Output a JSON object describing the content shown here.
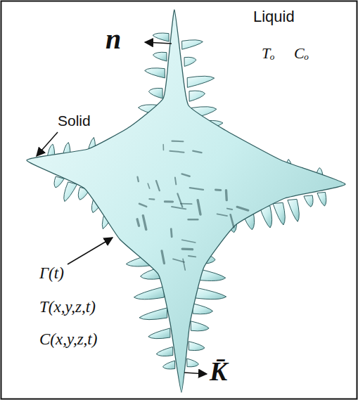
{
  "diagram": {
    "labels": [
      "n⃗",
      "Liquid",
      "Tₒ",
      "Cₒ",
      "Solid",
      "Γ(t)",
      "T(x,y,z,t)",
      "C(x,y,z,t)",
      "K̄"
    ]
  }
}
